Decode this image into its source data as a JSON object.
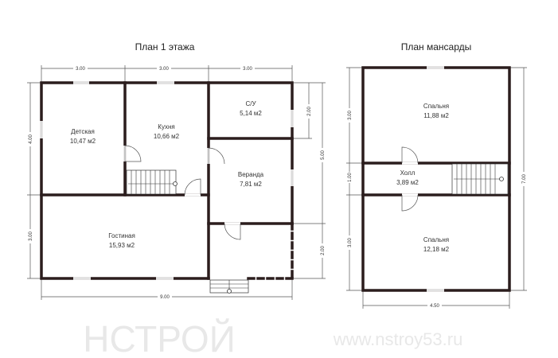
{
  "watermark": {
    "logo": "НСТРОЙ",
    "url": "www.nstroy53.ru"
  },
  "floor1": {
    "title": "План 1 этажа",
    "rooms": [
      {
        "name": "Детская",
        "area": "10,47 м2"
      },
      {
        "name": "Кухня",
        "area": "10,66 м2"
      },
      {
        "name": "С/У",
        "area": "5,14 м2"
      },
      {
        "name": "Веранда",
        "area": "7,81 м2"
      },
      {
        "name": "Гостиная",
        "area": "15,93 м2"
      }
    ],
    "dims": {
      "top": [
        "3.00",
        "3.00",
        "3.00"
      ],
      "left": [
        "4.00",
        "3.00"
      ],
      "right_inner": "2.00",
      "right": [
        "5.00",
        "2.00"
      ],
      "bottom": "9.00"
    }
  },
  "attic": {
    "title": "План мансарды",
    "rooms": [
      {
        "name": "Спальня",
        "area": "11,88 м2"
      },
      {
        "name": "Холл",
        "area": "3,89 м2"
      },
      {
        "name": "Спальня",
        "area": "12,18 м2"
      }
    ],
    "dims": {
      "left": [
        "3.00",
        "1.00",
        "3.00"
      ],
      "right": "7.00",
      "bottom": "4.50"
    }
  }
}
